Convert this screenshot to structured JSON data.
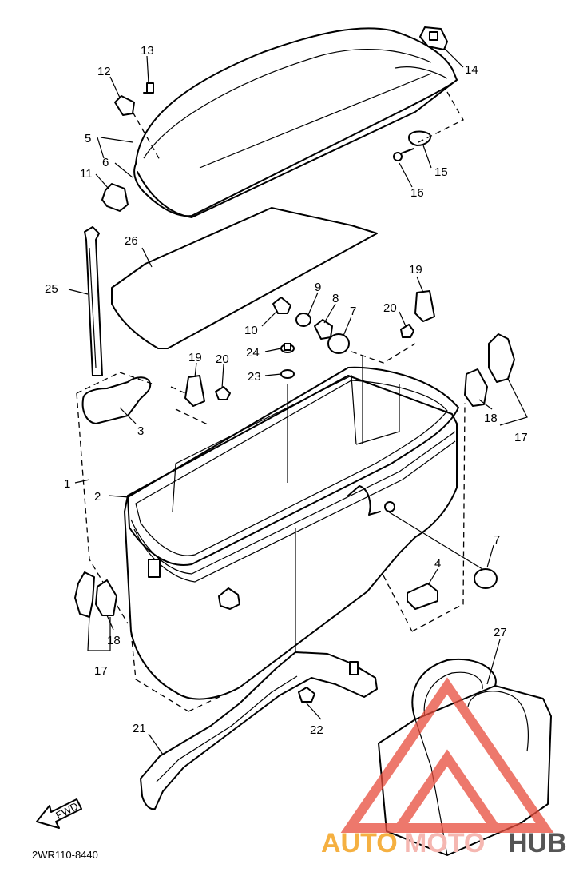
{
  "diagram_code": "2WR110-8440",
  "fwd_label": "FWD",
  "watermark": {
    "text_a": "AUTO",
    "text_b": "MOTO",
    "text_c": "HUB",
    "color_a": "#f5b041",
    "color_b": "#f5b7b1",
    "color_c": "#555555",
    "triangle_color": "#e74c3c"
  },
  "callouts": {
    "c1": "1",
    "c2": "2",
    "c3": "3",
    "c4": "4",
    "c5": "5",
    "c6": "6",
    "c7a": "7",
    "c7b": "7",
    "c8": "8",
    "c9": "9",
    "c10": "10",
    "c11": "11",
    "c12": "12",
    "c13": "13",
    "c14": "14",
    "c15": "15",
    "c16": "16",
    "c17a": "17",
    "c17b": "17",
    "c18a": "18",
    "c18b": "18",
    "c19a": "19",
    "c19b": "19",
    "c20a": "20",
    "c20b": "20",
    "c21": "21",
    "c22": "22",
    "c23": "23",
    "c24": "24",
    "c25": "25",
    "c26": "26",
    "c27": "27"
  }
}
